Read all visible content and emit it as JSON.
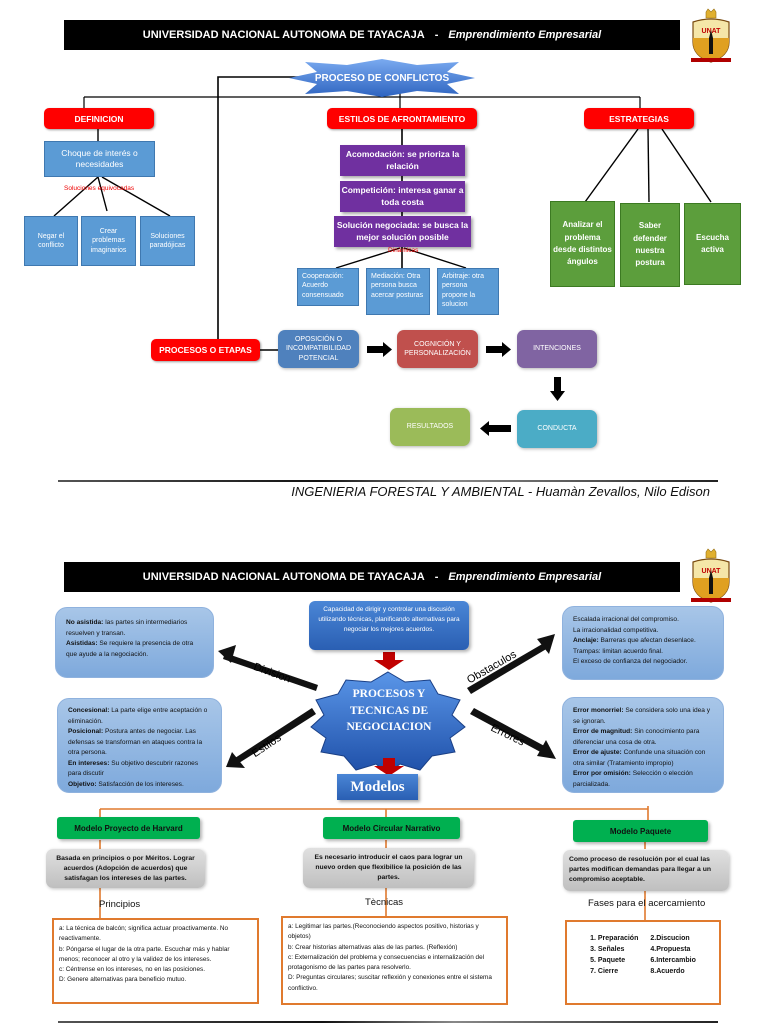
{
  "page1": {
    "banner": {
      "university": "UNIVERSIDAD NACIONAL AUTONOMA DE TAYACAJA",
      "separator": "-",
      "course": "Emprendimiento Empresarial"
    },
    "logo": {
      "text": "UNAT"
    },
    "central_title": "PROCESO DE CONFLICTOS",
    "definicion": {
      "label": "DEFINICION",
      "main": "Choque de interés o necesidades",
      "connector_label": "Soluciones equivocadas",
      "children": [
        "Negar el conflicto",
        "Crear problemas imaginarios",
        "Soluciones paradójicas"
      ]
    },
    "estilos": {
      "label": "ESTILOS DE AFRONTAMIENTO",
      "styles": [
        "Acomodación: se prioriza la relación",
        "Competición: interesa ganar a toda costa",
        "Solución negociada: se busca la mejor solución posible"
      ],
      "connector_label": "Dinámicas",
      "children": [
        "Cooperación: Acuerdo consensuado",
        "Mediación: Otra persona busca acercar posturas",
        "Arbitraje: otra persona propone la solucion"
      ]
    },
    "estrategias": {
      "label": "ESTRATEGIAS",
      "children": [
        "Analizar el problema desde distintos ángulos",
        "Saber defender nuestra postura",
        "Escucha activa"
      ]
    },
    "procesos": {
      "label": "PROCESOS O ETAPAS",
      "stages": [
        "OPOSICIÓN O INCOMPATIBILIDAD POTENCIAL",
        "COGNICIÓN Y PERSONALIZACIÓN",
        "INTENCIONES",
        "CONDUCTA",
        "RESULTADOS"
      ]
    },
    "footer": "INGENIERIA FORESTAL Y AMBIENTAL  -  Huamàn Zevallos, Nilo Edison"
  },
  "page2": {
    "banner": {
      "university": "UNIVERSIDAD NACIONAL AUTONOMA DE TAYACAJA",
      "separator": "-",
      "course": "Emprendimiento Empresarial"
    },
    "logo": {
      "text": "UNAT"
    },
    "definition": "Capacidad de dirigir y controlar una discusión utilizando técnicas, planificando alternativas para negociar los mejores acuerdos.",
    "central": [
      "PROCESOS Y",
      "TECNICAS DE",
      "NEGOCIACION"
    ],
    "modelos": "Modelos",
    "arrows": {
      "division": "Division",
      "estilos": "Estilos",
      "obstaculos": "Obstaculos",
      "errores": "Errores"
    },
    "division_box": [
      {
        "term": "No asistida:",
        "text": " las partes sin intermediarios resuelven y transan."
      },
      {
        "term": "Asistidas:",
        "text": " Se requiere la presencia de otra que ayude a la negociación."
      }
    ],
    "estilos_box": [
      {
        "term": "Concesional:",
        "text": " La parte elige entre aceptación o eliminación."
      },
      {
        "term": "Posicional:",
        "text": " Postura antes de negociar. Las defensas se transforman en ataques contra la otra persona."
      },
      {
        "term": "En intereses:",
        "text": " Su objetivo descubrir razones para discutir"
      },
      {
        "term": "Objetivo:",
        "text": " Satisfacción de los intereses."
      }
    ],
    "obstaculos_box": [
      {
        "term": "",
        "text": "Escalada irracional del compromiso."
      },
      {
        "term": "",
        "text": "La irracionalidad competitiva."
      },
      {
        "term": "Anclaje:",
        "text": " Barreras que afectan desenlace."
      },
      {
        "term": "",
        "text": "Trampas: limitan acuerdo final."
      },
      {
        "term": "",
        "text": "El exceso de confianza del negociador."
      }
    ],
    "errores_box": [
      {
        "term": "Error monorriel:",
        "text": " Se considera solo una idea y se ignoran."
      },
      {
        "term": "Error de magnitud:",
        "text": " Sin conocimiento para diferenciar una cosa de otra."
      },
      {
        "term": "Error de ajuste:",
        "text": " Confunde una situación con otra similar (Tratamiento impropio)"
      },
      {
        "term": "Error por omisión:",
        "text": " Selección o elección parcializada."
      }
    ],
    "models": [
      {
        "title": "Modelo Proyecto de Harvard",
        "description": "Basada en principios o por Méritos. Lograr acuerdos (Adopción de acuerdos) que satisfagan los intereses de las partes.",
        "section": "Principios",
        "items": [
          "a: La técnica de balcón; significa actuar proactivamente. No reactivamente.",
          "b: Póngarse el lugar de la otra parte. Escuchar más y hablar menos; reconocer al otro y la validez de los intereses.",
          "c: Céntrense en los intereses, no en las posiciones.",
          "D: Genere alternativas para beneficio mutuo."
        ]
      },
      {
        "title": "Modelo Circular Narrativo",
        "description": "Es necesario introducir el caos para lograr un nuevo orden que flexibilice la posición de las partes.",
        "section": "Tècnicas",
        "items": [
          "a: Legitimar las partes.(Reconociendo aspectos positivo, historias y objetos)",
          "b: Crear historias alternativas alas de las partes. (Reflexión)",
          "c: Externalización del problema y consecuencias e internalización del protagonismo de las partes para resolverlo.",
          "D: Preguntas circulares; suscitar reflexión y conexiones entre el sistema conflictivo."
        ]
      },
      {
        "title": "Modelo Paquete",
        "description": "Como proceso de resolución por el cual las partes modifican demandas para llegar a un compromiso aceptable.",
        "section": "Fases para el acercamiento",
        "phases": [
          "1. Preparación",
          "2.Discucion",
          "3. Señales",
          "4.Propuesta",
          "5. Paquete",
          "6.Intercambio",
          "7. Cierre",
          "8.Acuerdo"
        ]
      }
    ]
  }
}
